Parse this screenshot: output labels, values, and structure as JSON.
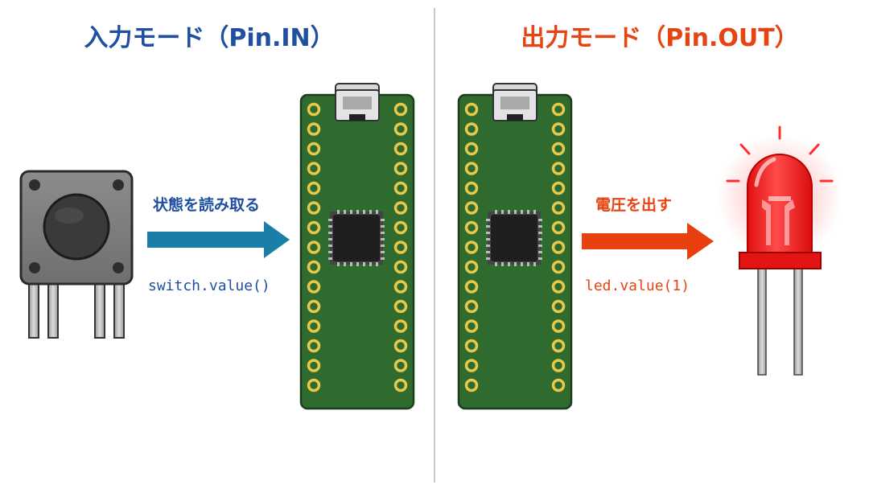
{
  "input_panel": {
    "title": "入力モード（Pin.IN）",
    "action_label": "状態を読み取る",
    "code": "switch.value()",
    "color": "#1a7fa8"
  },
  "output_panel": {
    "title": "出力モード（Pin.OUT）",
    "action_label": "電圧を出す",
    "code": "led.value(1)",
    "color": "#e8410f"
  },
  "colors": {
    "input_title": "#1f4fa0",
    "output_title": "#e64412",
    "board": "#2f6b2f",
    "pin": "#e7c84a",
    "led": "#ff2222"
  },
  "icons": [
    "push-button-switch-icon",
    "microcontroller-board-icon",
    "red-led-icon",
    "arrow-right-icon"
  ]
}
